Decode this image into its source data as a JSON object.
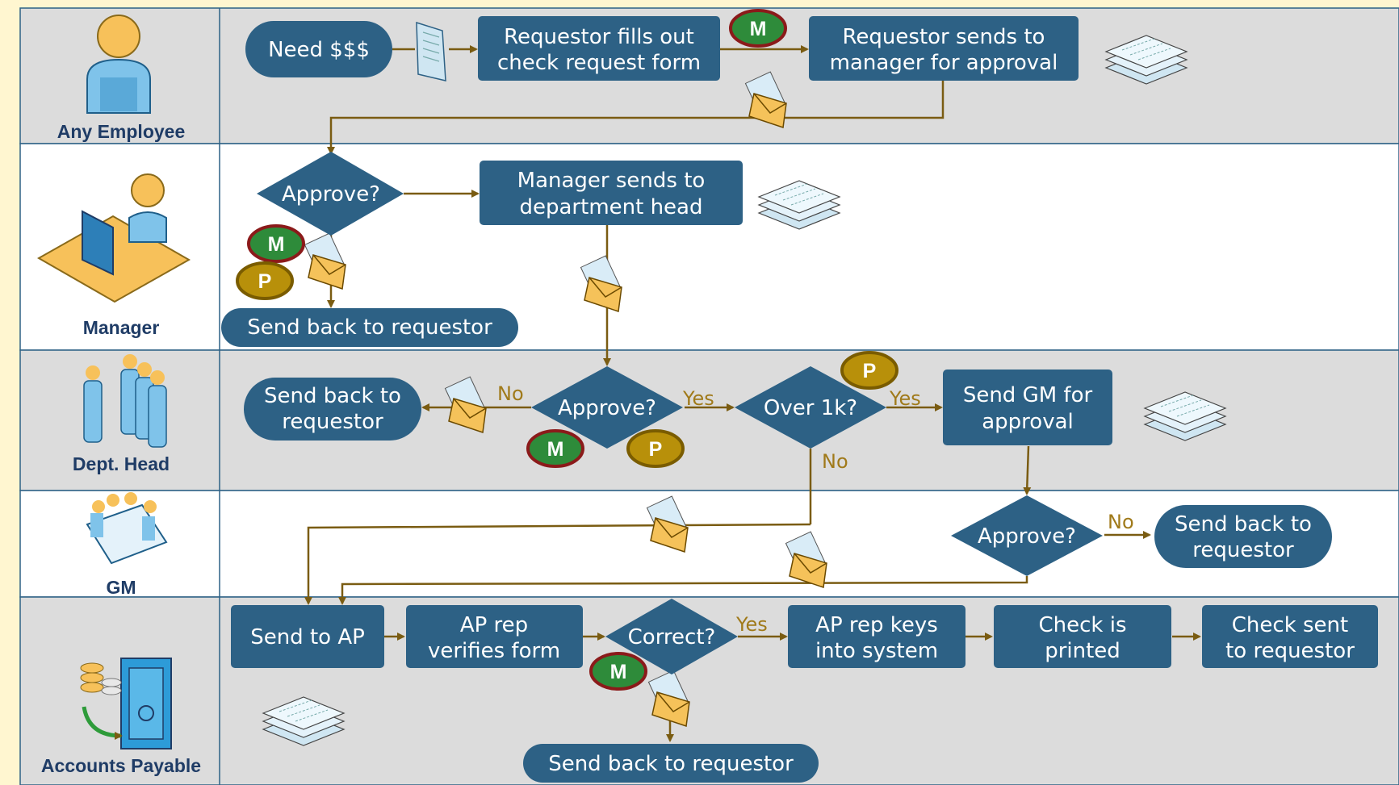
{
  "colors": {
    "node_fill": "#2d6185",
    "lane_gray": "#dcdcdc",
    "lane_white": "#ffffff",
    "arrow": "#7a5c12",
    "m_badge": "#2e8b3a",
    "m_badge_ring": "#8b1a1a",
    "p_badge": "#b8900a",
    "p_badge_ring": "#7a5c00",
    "envelope": "#f5c25a",
    "paper": "#cfe6f2"
  },
  "lanes": [
    {
      "label": "Any Employee",
      "icon": "employee-icon"
    },
    {
      "label": "Manager",
      "icon": "manager-desk-icon"
    },
    {
      "label": "Dept. Head",
      "icon": "dept-head-group-icon"
    },
    {
      "label": "GM",
      "icon": "gm-meeting-icon"
    },
    {
      "label": "Accounts Payable",
      "icon": "accounts-payable-safe-icon"
    }
  ],
  "nodes": {
    "need_money": "Need $$$",
    "fill_form": [
      "Requestor fills out",
      "check request form"
    ],
    "send_manager": [
      "Requestor sends to",
      "manager for approval"
    ],
    "mgr_approve": "Approve?",
    "mgr_send_head": [
      "Manager sends to",
      "department head"
    ],
    "mgr_send_back": "Send back to requestor",
    "head_send_back": [
      "Send back to",
      "requestor"
    ],
    "head_approve": "Approve?",
    "over_1k": "Over 1k?",
    "send_gm": [
      "Send GM for",
      "approval"
    ],
    "gm_approve": "Approve?",
    "gm_send_back": [
      "Send back to",
      "requestor"
    ],
    "send_ap": "Send to AP",
    "ap_verify": [
      "AP rep",
      "verifies form"
    ],
    "correct": "Correct?",
    "ap_keys": [
      "AP rep keys",
      "into system"
    ],
    "check_printed": [
      "Check is",
      "printed"
    ],
    "check_sent": [
      "Check sent",
      "to requestor"
    ],
    "ap_send_back": "Send back to requestor"
  },
  "edge_labels": {
    "no": "No",
    "yes": "Yes"
  },
  "badges": {
    "m": "M",
    "p": "P"
  }
}
